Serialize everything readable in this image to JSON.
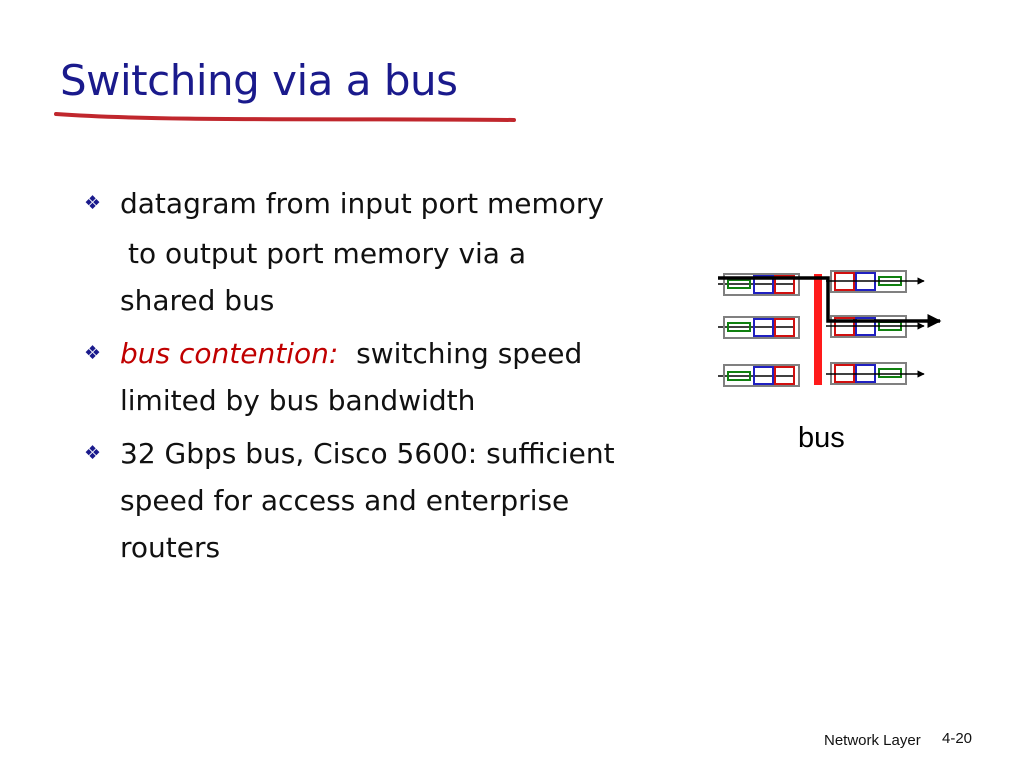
{
  "slide": {
    "title": "Switching via a bus",
    "bullets": [
      {
        "line1": "datagram from input port memory",
        "line2": "to output port memory via a",
        "line3": "shared bus"
      },
      {
        "emphasis": "bus contention:",
        "line1_rest": "switching speed",
        "line2": "limited by bus bandwidth"
      },
      {
        "line1": "32 Gbps bus, Cisco 5600: sufficient",
        "line2": "speed for access and enterprise",
        "line3": "routers"
      }
    ],
    "bullet_glyph": "❖"
  },
  "diagram": {
    "bus_label": "bus",
    "colors": {
      "bus": "#ff1a1a",
      "path": "#000000",
      "port_box": "#808080",
      "slot_red": "#d01010",
      "slot_blue": "#2020c0",
      "slot_green": "#108010"
    }
  },
  "footer": {
    "text": "Network Layer",
    "page": "4-20"
  },
  "colors": {
    "title": "#1a1a8c",
    "underline": "#c0272d",
    "emphasis": "#c00000"
  }
}
